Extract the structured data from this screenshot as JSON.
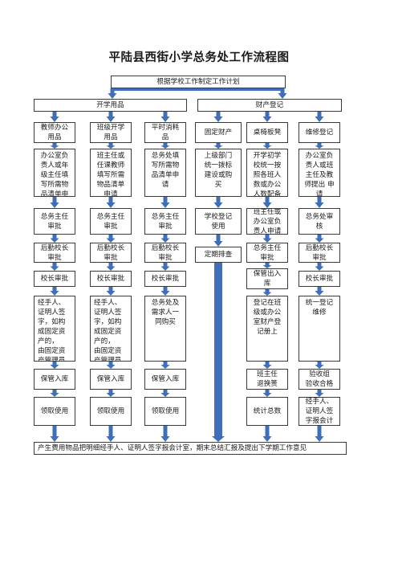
{
  "title": "平陆县西街小学总务处工作流程图",
  "colors": {
    "arrow": "#3e6fb8",
    "border": "#3a3a3a"
  },
  "nodes": {
    "plan": "根据学校工作制定工作计划",
    "kaixue": "开学用品",
    "caichan": "财产登记",
    "c1r1": "教师办公\n用品",
    "c2r1": "班级开学\n用品",
    "c3r1": "平时消耗\n品",
    "c4r1": "固定财产",
    "c5r1": "桌椅板凳",
    "c6r1": "维修登记",
    "c1r2": "办公室负\n责人或年\n级主任填\n写所需物\n品清单申",
    "c2r2": "班主任或\n任课教师\n填写所需\n物品清单\n申请",
    "c3r2": "总务处填\n写所需物\n品清单申\n请",
    "c4r2": "上级部门\n统一拨标\n建设或购\n买",
    "c5r2": "开学初学\n校统一按\n照各班人\n数或办公\n人数配备",
    "c6r2": "办公室负\n责人或班\n主任及教\n师提出 申\n请",
    "c1r3": "总务主任\n审批",
    "c2r3": "总务主任\n审批",
    "c3r3": "总务主任\n审批",
    "c4r3": "学校登记\n使用",
    "c5r3": "班主任或\n办公室负\n责人申请",
    "c6r3": "总务处审\n核",
    "c1r4": "后勤校长\n审批",
    "c2r4": "后勤校长\n审批",
    "c3r4": "后勤校长\n审批",
    "c4r4": "定期排查",
    "c5r4": "总务主任\n审批",
    "c6r4": "后勤校长\n审批",
    "c1r5": "校长审批",
    "c2r5": "校长审批",
    "c3r5": "校长审批",
    "c5r5": "保管出入\n库",
    "c6r5": "校长审批",
    "c1r6": "经手人、\n证明人签\n字，如构\n成固定资\n产的，\n由固定资\n产管理员",
    "c2r6": "经手人、\n证明人签\n字，如构\n成固定资\n产的，\n由固定资\n产管理员",
    "c3r6": "总务处及\n需求人一\n同购买",
    "c5r6": "登记在班\n级或办公\n室财产登\n记册上",
    "c6r6": "统一登记\n维修",
    "c1r7": "保管入库",
    "c2r7": "保管入库",
    "c3r7": "保管入库",
    "c5r7": "班主任\n退换篑",
    "c6r7": "验收组\n验收合格",
    "c1r8": "领取使用",
    "c2r8": "领取使用",
    "c3r8": "领取使用",
    "c5r8": "统计总数",
    "c6r8": "经手人、\n证明人签\n字报会计",
    "bottom": "产生费用物品把明细经手人、证明人签字报会计室，期末总结汇报及提出下学期工作意见"
  }
}
